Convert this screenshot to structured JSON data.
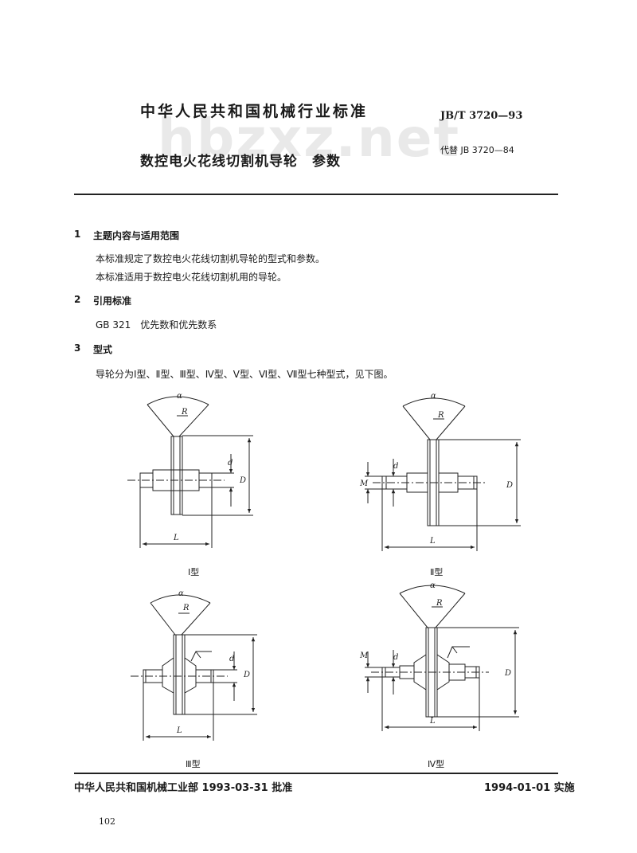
{
  "header": {
    "standard_title": "中华人民共和国机械行业标准",
    "doc_code": "JB/T 3720—93",
    "doc_title": "数控电火花线切割机导轮　参数",
    "replaces": "代替 JB 3720—84",
    "watermark": "hbzxz.net"
  },
  "sections": [
    {
      "num": "1",
      "title": "主题内容与适用范围",
      "paragraphs": [
        "本标准规定了数控电火花线切割机导轮的型式和参数。",
        "本标准适用于数控电火花线切割机用的导轮。"
      ]
    },
    {
      "num": "2",
      "title": "引用标准",
      "paragraphs": [
        "GB 321　优先数和优先数系"
      ]
    },
    {
      "num": "3",
      "title": "型式",
      "paragraphs": [
        "导轮分为Ⅰ型、Ⅱ型、Ⅲ型、Ⅳ型、Ⅴ型、Ⅵ型、Ⅶ型七种型式，见下图。"
      ]
    }
  ],
  "figures": {
    "labels": {
      "alpha": "α",
      "R": "R",
      "d": "d",
      "D": "D",
      "L": "L",
      "M": "M"
    },
    "captions": [
      "Ⅰ型",
      "Ⅱ型",
      "Ⅲ型",
      "Ⅳ型"
    ]
  },
  "footer": {
    "approval": "中华人民共和国机械工业部 1993-03-31 批准",
    "effective": "1994-01-01 实施",
    "page_number": "102"
  }
}
